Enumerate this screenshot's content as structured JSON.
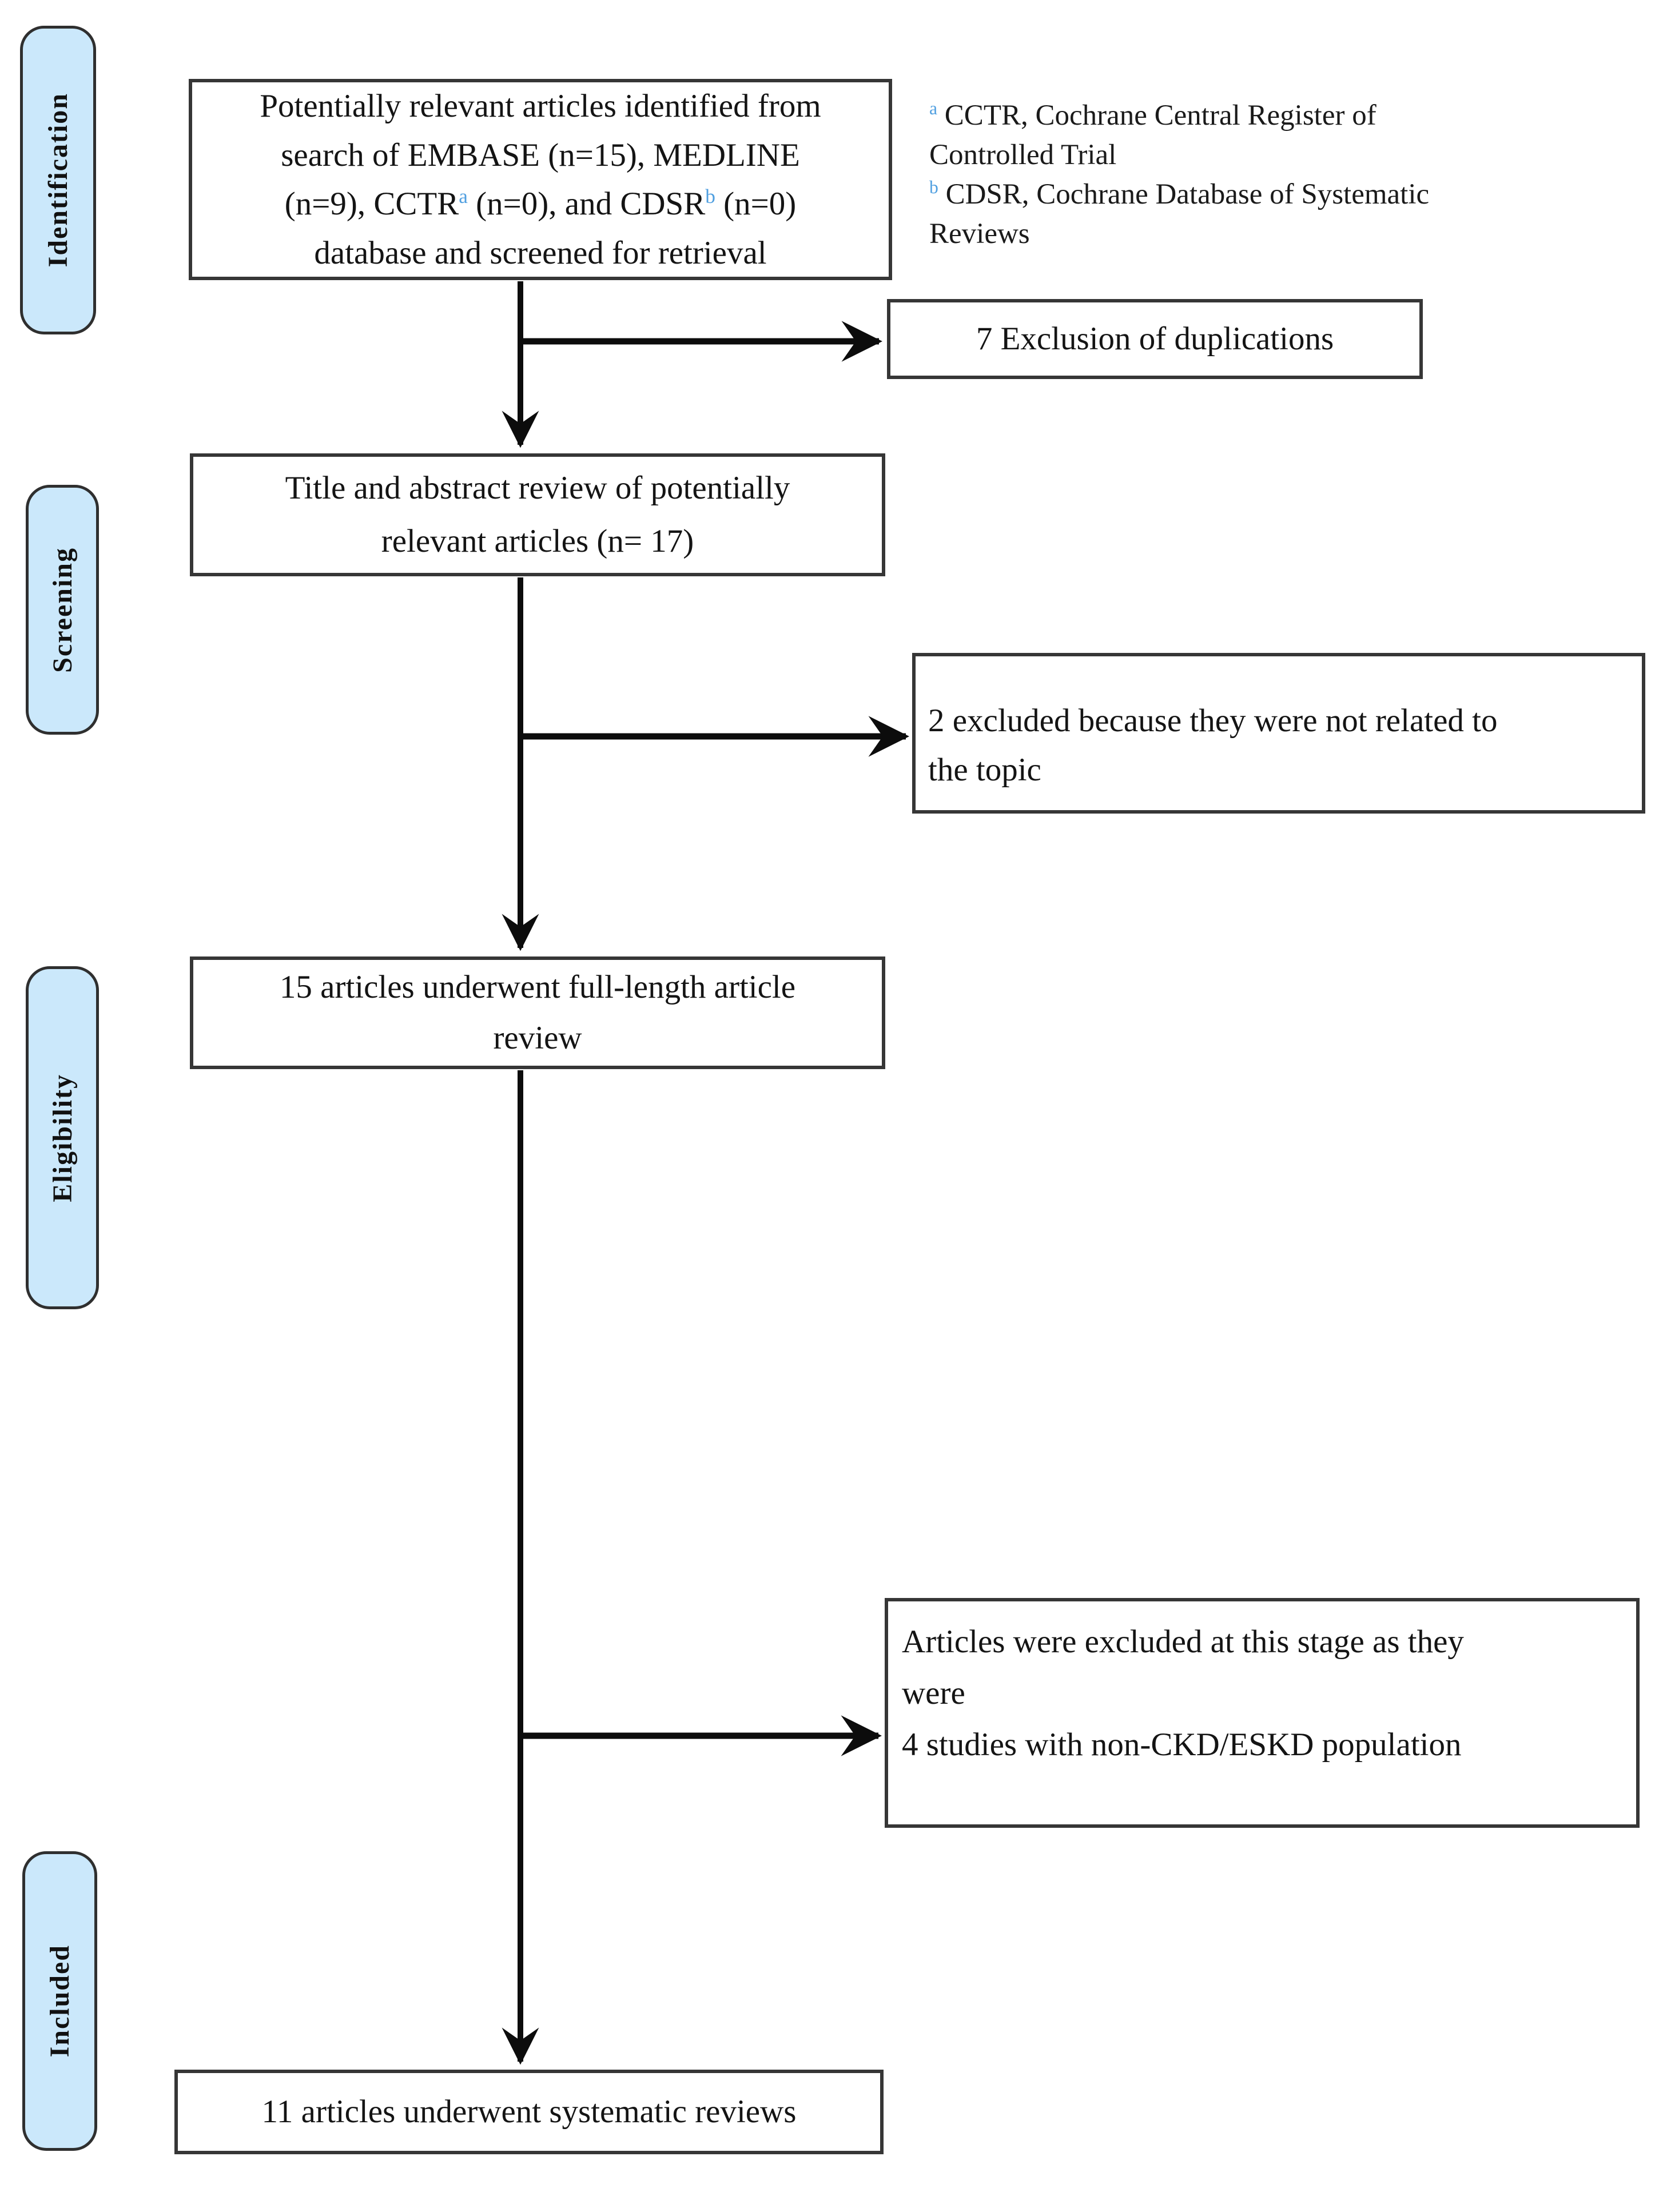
{
  "diagram_type": "PRISMA article selection flow chart",
  "stages": {
    "identification": "Identification",
    "screening": "Screening",
    "eligibility": "Eligibility",
    "included": "Included"
  },
  "boxes": {
    "identified": {
      "line1": "Potentially relevant articles identified from",
      "line2": "search of EMBASE (n=15), MEDLINE",
      "line3_t1": "(n=9), CCTR",
      "line3_sup_a": "a",
      "line3_t2": " (n=0), and CDSR",
      "line3_sup_b": "b",
      "line3_t3": " (n=0)",
      "line4": "database and screened for retrieval"
    },
    "excl_duplications": {
      "text": "7 Exclusion of duplications"
    },
    "title_abstract": {
      "line1": "Title and abstract review of potentially",
      "line2": "relevant articles (n= 17)"
    },
    "excl_not_related": {
      "line1": "2 excluded because they were not related to",
      "line2": "the topic"
    },
    "full_length": {
      "line1": "15 articles underwent full-length article",
      "line2": "review"
    },
    "excl_stage": {
      "line1": "Articles were excluded at this stage as they",
      "line2": "were",
      "line3": "4 studies with non-CKD/ESKD population"
    },
    "systematic": {
      "text": "11 articles underwent systematic reviews"
    }
  },
  "legend": {
    "item_a": {
      "sup": "a",
      "line1": " CCTR, Cochrane Central Register of",
      "line2": "Controlled Trial"
    },
    "item_b": {
      "sup": "b",
      "line1": " CDSR, Cochrane Database of Systematic",
      "line2": "Reviews"
    }
  },
  "colors": {
    "stage_fill": "#cbe8fb",
    "stage_border": "#2f2f2f",
    "box_border": "#363636",
    "arrow": "#0c0c0c",
    "superscript_accent": "#4f9fe0",
    "text": "#141414"
  }
}
